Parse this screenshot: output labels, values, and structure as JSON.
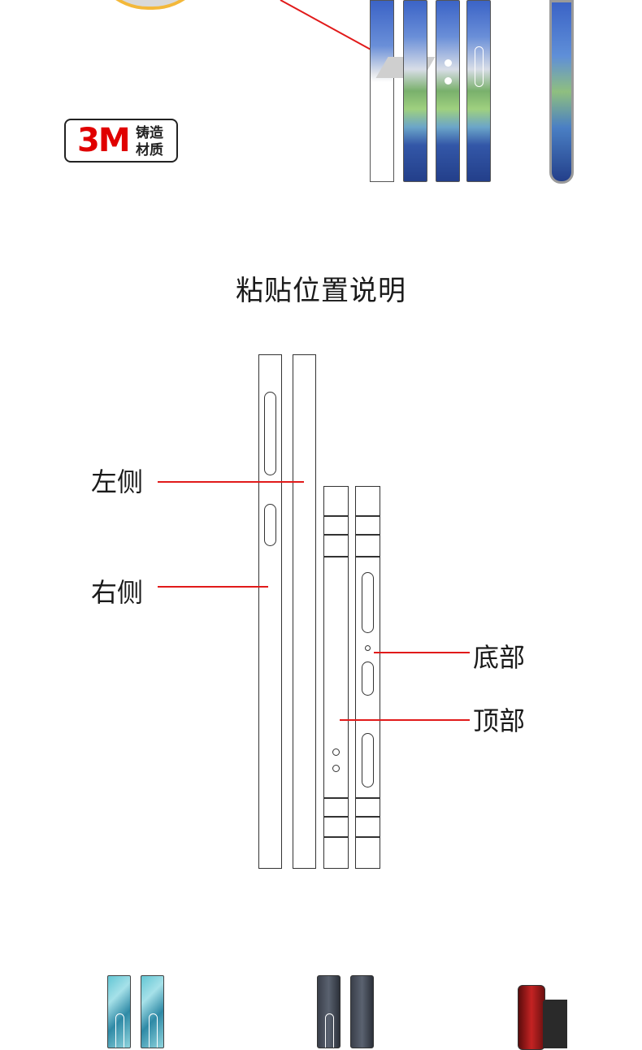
{
  "badge": {
    "brand": "3M",
    "line1": "铸造",
    "line2": "材质"
  },
  "section_title": "粘贴位置说明",
  "labels": {
    "left_side": "左侧",
    "right_side": "右侧",
    "bottom": "底部",
    "top": "顶部"
  },
  "colors": {
    "accent_red": "#e11a1a",
    "brand_red": "#e00000",
    "outline": "#333333"
  }
}
